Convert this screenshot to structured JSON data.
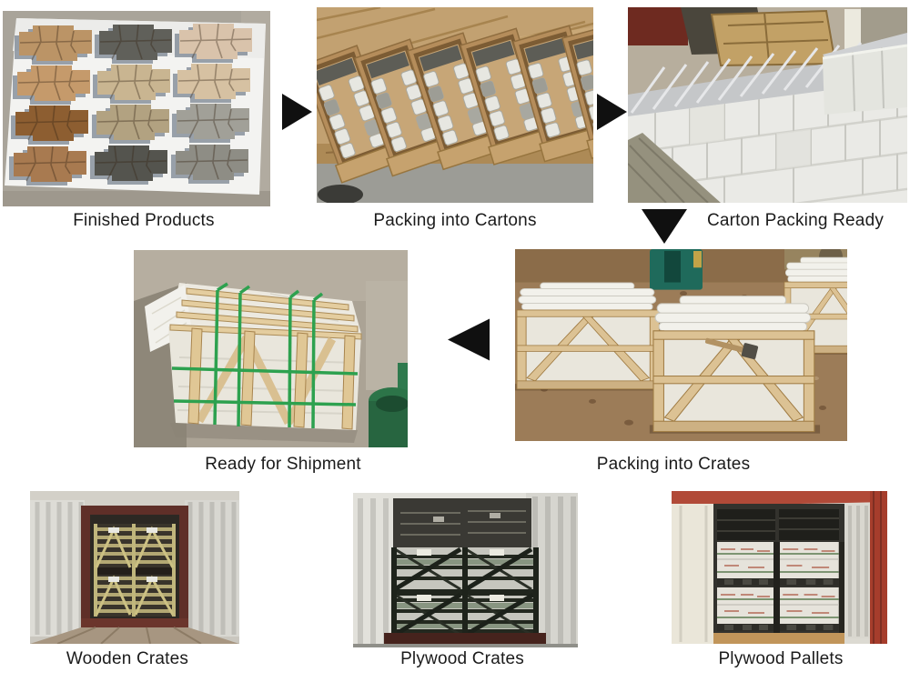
{
  "colors": {
    "background": "#ffffff",
    "arrow": "#101010",
    "label_text": "#1b1b1b"
  },
  "steps": [
    {
      "id": "finished_products",
      "label": "Finished Products",
      "photo": "stone veneer wall panels laid out on a white sheet"
    },
    {
      "id": "packing_into_cartons",
      "label": "Packing into Cartons",
      "photo": "open cardboard cartons being filled with stone panels"
    },
    {
      "id": "carton_packing_ready",
      "label": "Carton Packing Ready",
      "photo": "wall of sealed white cartons stacked outdoors"
    },
    {
      "id": "packing_into_crates",
      "label": "Packing into Crates",
      "photo": "wooden crates of wrapped stone slabs on dirt ground with hammer"
    },
    {
      "id": "ready_for_shipment",
      "label": "Ready for Shipment",
      "photo": "wooden crate wrapped in plastic with green straps"
    }
  ],
  "container_loading": [
    {
      "id": "wooden_crates",
      "label": "Wooden Crates",
      "photo": "wooden lattice crates loaded in an open shipping container"
    },
    {
      "id": "plywood_crates",
      "label": "Plywood Crates",
      "photo": "dark plywood crates stacked inside a shipping container"
    },
    {
      "id": "plywood_pallets",
      "label": "Plywood Pallets",
      "photo": "palletized white boxes inside a red-framed shipping container"
    }
  ],
  "arrows": [
    {
      "icon": "arrow-right-icon",
      "from": "Finished Products",
      "to": "Packing into Cartons"
    },
    {
      "icon": "arrow-right-icon",
      "from": "Packing into Cartons",
      "to": "Carton Packing Ready"
    },
    {
      "icon": "arrow-down-icon",
      "from": "Carton Packing Ready",
      "to": "Packing into Crates"
    },
    {
      "icon": "arrow-left-icon",
      "from": "Packing into Crates",
      "to": "Ready for Shipment"
    }
  ]
}
